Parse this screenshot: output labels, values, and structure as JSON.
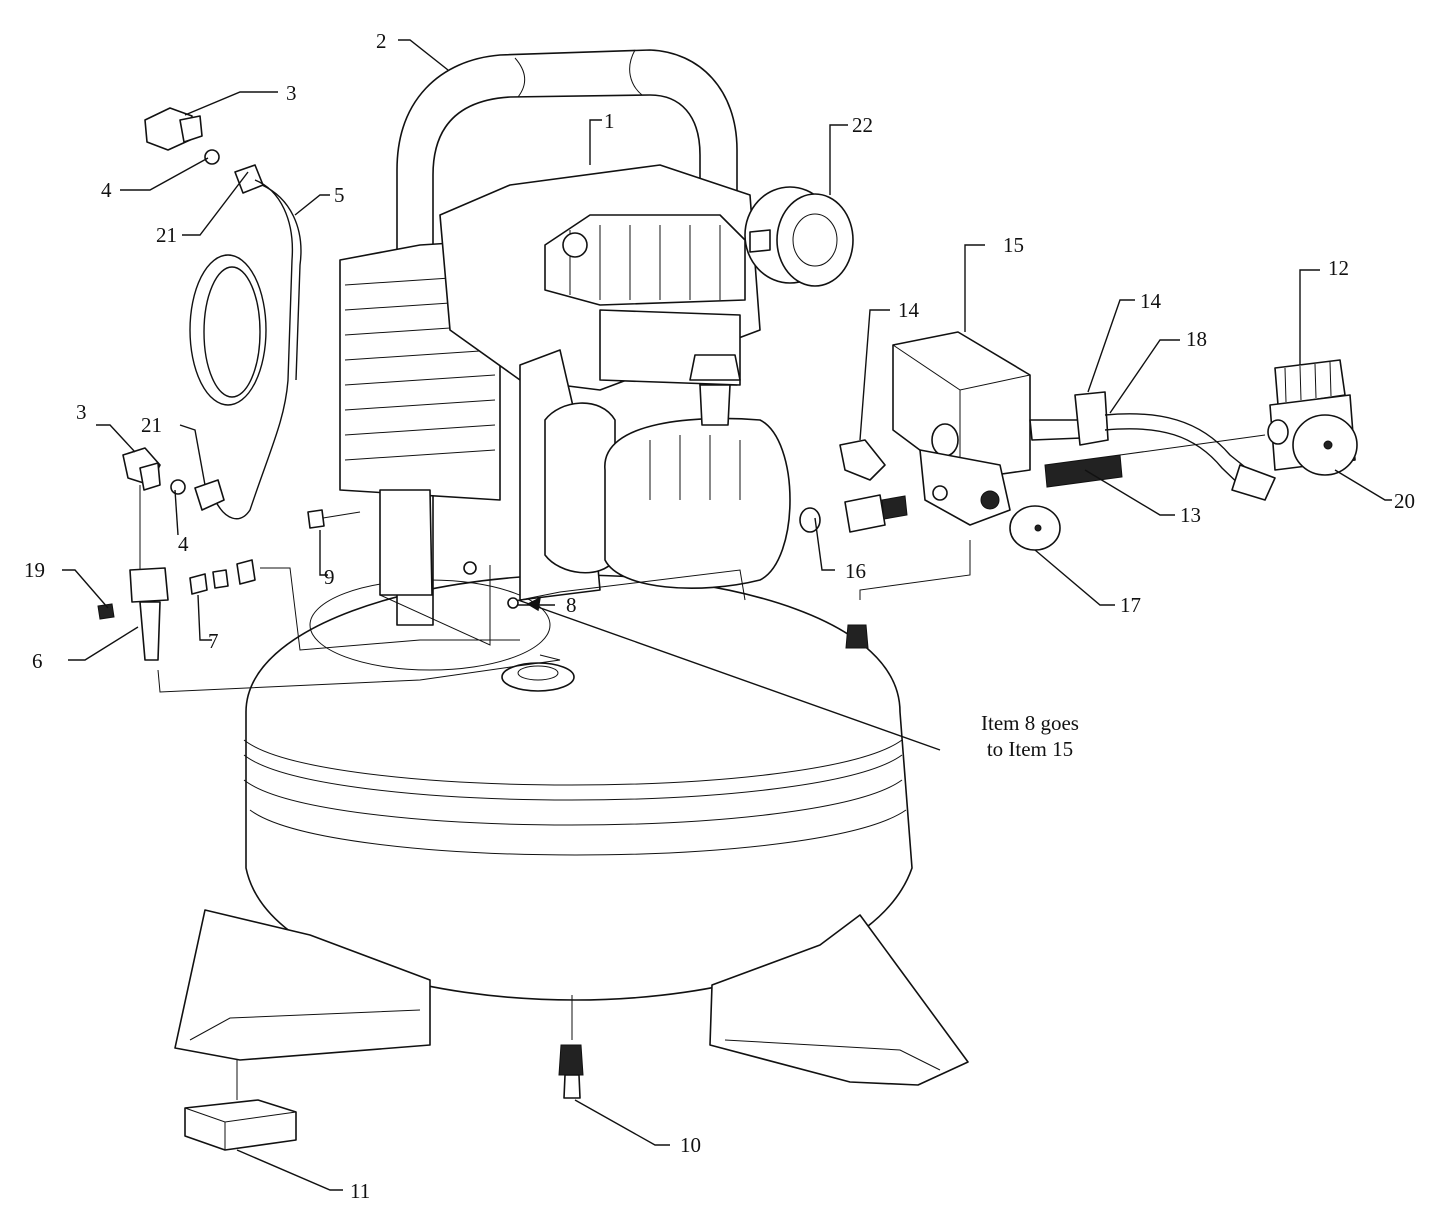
{
  "callouts": [
    {
      "id": "c1",
      "label": "1"
    },
    {
      "id": "c2",
      "label": "2"
    },
    {
      "id": "c3a",
      "label": "3"
    },
    {
      "id": "c3b",
      "label": "3"
    },
    {
      "id": "c4a",
      "label": "4"
    },
    {
      "id": "c4b",
      "label": "4"
    },
    {
      "id": "c5",
      "label": "5"
    },
    {
      "id": "c6",
      "label": "6"
    },
    {
      "id": "c7",
      "label": "7"
    },
    {
      "id": "c8",
      "label": "8"
    },
    {
      "id": "c9",
      "label": "9"
    },
    {
      "id": "c10",
      "label": "10"
    },
    {
      "id": "c11",
      "label": "11"
    },
    {
      "id": "c12",
      "label": "12"
    },
    {
      "id": "c13",
      "label": "13"
    },
    {
      "id": "c14a",
      "label": "14"
    },
    {
      "id": "c14b",
      "label": "14"
    },
    {
      "id": "c15",
      "label": "15"
    },
    {
      "id": "c16",
      "label": "16"
    },
    {
      "id": "c17",
      "label": "17"
    },
    {
      "id": "c18",
      "label": "18"
    },
    {
      "id": "c19",
      "label": "19"
    },
    {
      "id": "c20",
      "label": "20"
    },
    {
      "id": "c21a",
      "label": "21"
    },
    {
      "id": "c21b",
      "label": "21"
    },
    {
      "id": "c22",
      "label": "22"
    }
  ],
  "note": {
    "line1": "Item 8 goes",
    "line2": "to Item 15"
  }
}
